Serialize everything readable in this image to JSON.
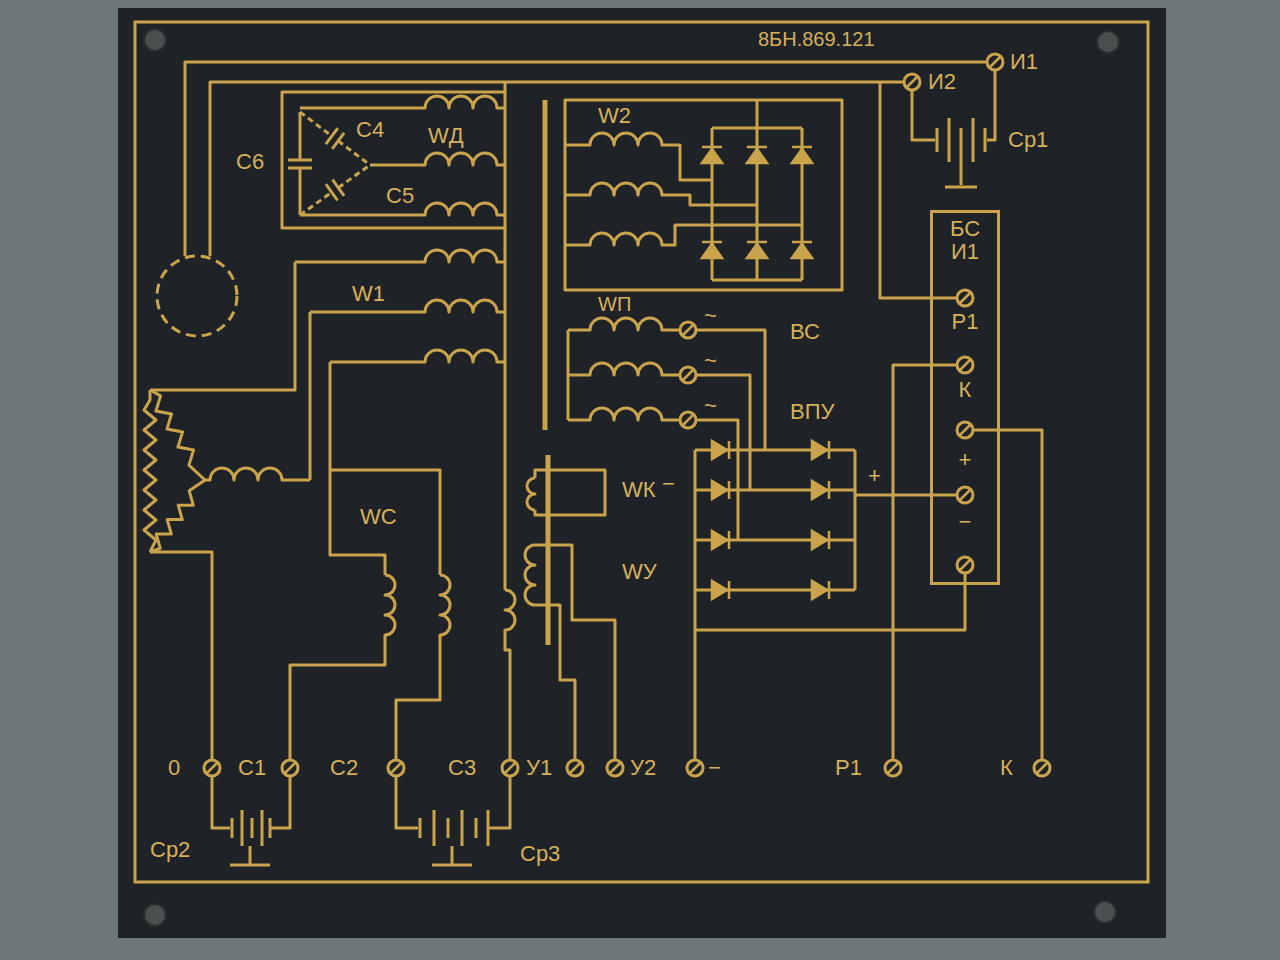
{
  "diagram": {
    "nodes": [
      {
        "text": [
          "БС"
        ]
      }
    ],
    "labels": [
      "8БН.869.121",
      "И2",
      "И1",
      "Ср1",
      "С6",
      "С4",
      "WД",
      "С5",
      "W2",
      "W1",
      "WП",
      "~",
      "~",
      "~",
      "ВС",
      "ВПУ",
      "WК",
      "−",
      "WУ",
      "WС",
      "+",
      "0",
      "С1",
      "С2",
      "С3",
      "У1",
      "У2",
      "−",
      "Р1",
      "К",
      "Ср2",
      "Ср3",
      "И1",
      "Р1",
      "К",
      "+",
      "−"
    ]
  }
}
